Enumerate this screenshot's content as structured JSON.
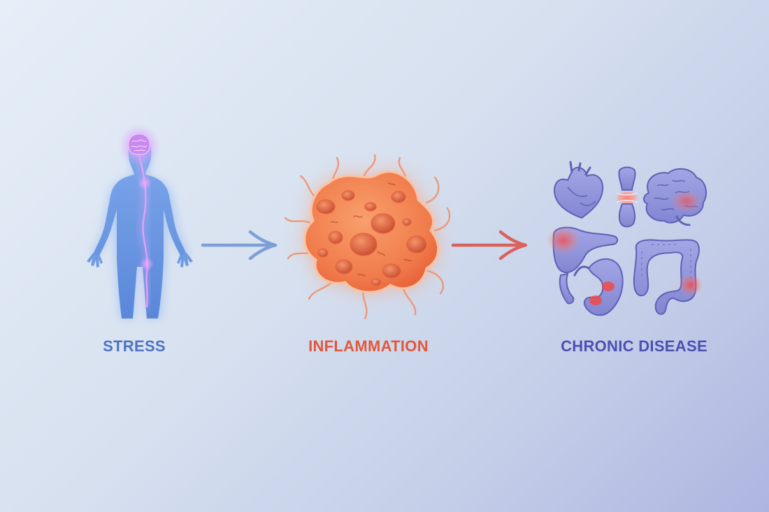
{
  "stages": [
    {
      "label": "STRESS",
      "color": "#4e73c4"
    },
    {
      "label": "INFLAMMATION",
      "color": "#e2583a"
    },
    {
      "label": "CHRONIC DISEASE",
      "color": "#4c4fb3"
    }
  ],
  "icons": {
    "stage1": "human-body-with-glowing-brain-and-nerve",
    "stage2": "inflamed-cell-with-tendrils",
    "stage3": "organs-heart-joint-brain-pancreas-stomach-colon"
  },
  "colors": {
    "arrow_blue": "#7d9fd6",
    "arrow_red": "#d8625e",
    "body_blue": "#5b8ee0",
    "nerve_pink": "#d98ae8",
    "cell_orange": "#f07a4a",
    "organ_purple": "#8d8fd8",
    "hotspot_red": "#ef4a4a"
  }
}
